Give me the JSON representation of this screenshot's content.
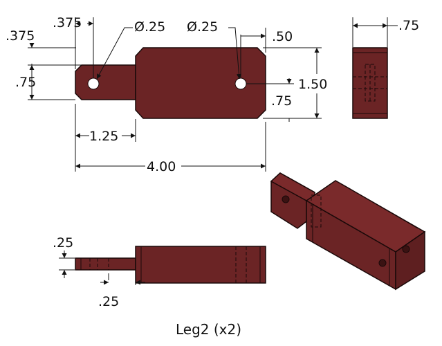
{
  "part": {
    "caption": "Leg2 (x2)",
    "color": "#6b2425"
  },
  "top_view": {
    "dims": {
      "hole_offset_x": ".375",
      "hole_offset_y": ".375",
      "hole_dia_left": "Ø.25",
      "hole_dia_right": "Ø.25",
      "tab_height": ".75",
      "tab_length": "1.25",
      "overall_length": "4.00",
      "edge_to_hole": ".50",
      "overall_height": "1.50",
      "hole_from_bottom": ".75"
    }
  },
  "side_view": {
    "dims": {
      "width": ".75"
    }
  },
  "front_view": {
    "dims": {
      "tab_thickness_top": ".25",
      "tab_thickness_bottom": ".25"
    }
  }
}
